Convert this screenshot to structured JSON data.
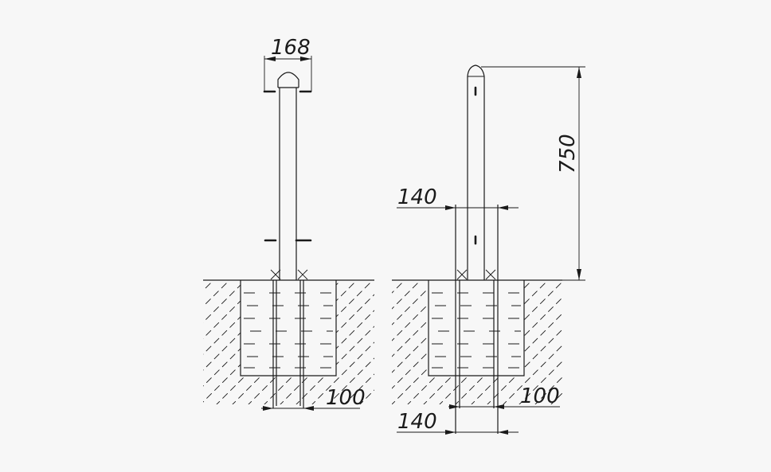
{
  "dimensions": {
    "left_view": {
      "cap_width": "168",
      "bottom_spacing": "100"
    },
    "right_view": {
      "height_above_ground": "750",
      "post_spacing_top": "140",
      "bottom_spacing": "100",
      "bottom_width": "140"
    }
  }
}
